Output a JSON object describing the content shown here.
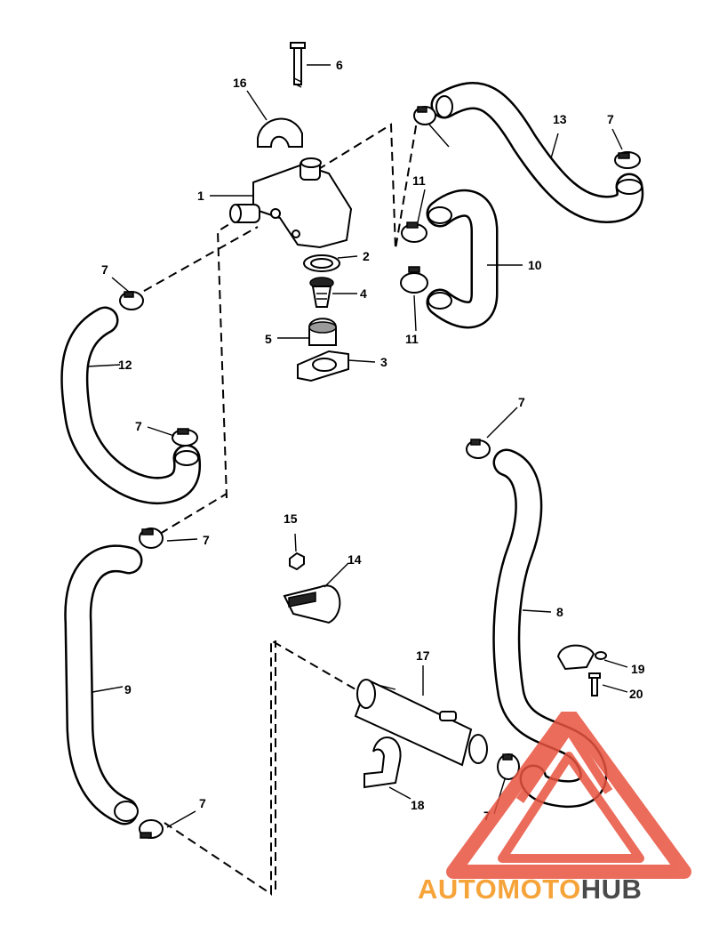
{
  "diagram": {
    "callouts": {
      "p1": "1",
      "p2": "2",
      "p3": "3",
      "p4": "4",
      "p5": "5",
      "p6": "6",
      "p7a": "7",
      "p7b": "7",
      "p7c": "7",
      "p7d": "7",
      "p7e": "7",
      "p7f": "7",
      "p7g": "7",
      "p8": "8",
      "p9": "9",
      "p10": "10",
      "p11a": "11",
      "p11b": "11",
      "p12": "12",
      "p13": "13",
      "p14": "14",
      "p15": "15",
      "p16": "16",
      "p17": "17",
      "p18": "18",
      "p19": "19",
      "p20": "20"
    }
  },
  "watermark": {
    "part1": "AUTO",
    "part2": "MOTO",
    "part3": "HUB",
    "colors": {
      "red": "#e8533f",
      "orange": "#f6a43a",
      "grey": "#4a4a4a"
    }
  }
}
